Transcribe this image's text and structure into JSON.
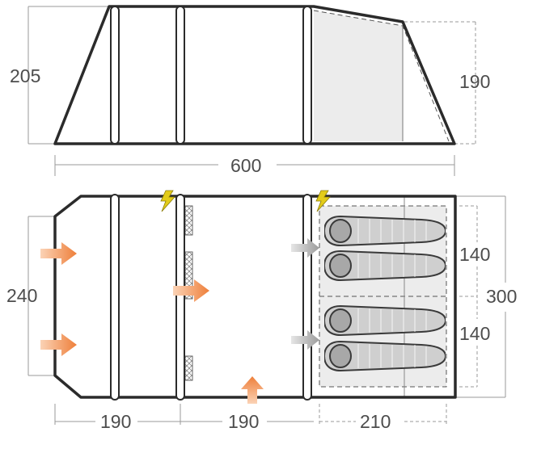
{
  "side_view": {
    "height_left": "205",
    "height_right": "190",
    "length": "600"
  },
  "floor_plan": {
    "width_total": "300",
    "width_living": "240",
    "bedroom_depth_top": "140",
    "bedroom_depth_bottom": "140",
    "section_1": "190",
    "section_2": "190",
    "section_3": "210"
  },
  "colors": {
    "outline": "#2b2b2b",
    "dimension_line": "#9a9a9a",
    "inner_fill": "#ededed",
    "sleeping_bag": "#c9c9c9",
    "door_arrow": "#f08a4b",
    "inner_arrow": "#a8a8a8",
    "electric_hookup": "#e3cc1a"
  },
  "icons": [
    "door-arrow",
    "inner-door-arrow",
    "electric-hookup-icon",
    "sleeping-bag",
    "window-mesh"
  ]
}
